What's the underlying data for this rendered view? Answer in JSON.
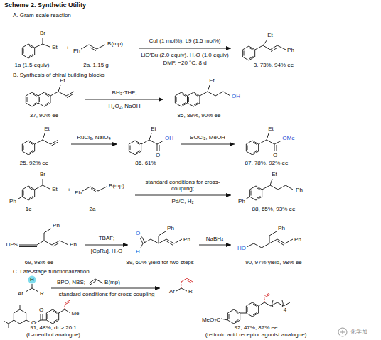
{
  "diagram": {
    "title": "Scheme 2. Synthetic Utility",
    "labels": [
      "A. Gram-scale reaction",
      "Br",
      "Et",
      "1a (1.5 equiv)",
      "+",
      "Ph",
      "B(mp)",
      "2a, 1.15 g",
      "CuI (1 mol%), L9 (1.5 mol%)",
      "LiOᵗBu (2.0 equiv), H₂O (1.0 equiv)",
      "DMF, −20 °C, 8 d",
      "Et",
      "Ph",
      "3, 73%, 94% ee",
      "B. Synthesis of chiral building blocks",
      "Et",
      "37, 90% ee",
      "BH₃·THF;",
      "H₂O₂, NaOH",
      "Et",
      "OH",
      "85, 89%, 90% ee",
      "Et",
      "25, 92% ee",
      "RuCl₃, NaIO₄",
      "Et",
      "OH",
      "O",
      "86, 61%",
      "SOCl₂, MeOH",
      "Et",
      "OMe",
      "O",
      "87, 78%, 92% ee",
      "Ph",
      "Br",
      "Et",
      "+",
      "Ph",
      "B(mp)",
      "1c",
      "2a",
      "standard conditions for cross-coupling;",
      "Pd/C, H₂",
      "Ph",
      "Et",
      "Ph",
      "88, 65%, 93% ee",
      "TIPS",
      "Ph",
      "Ph",
      "69, 98% ee",
      "TBAF;",
      "[CpRu], H₂O",
      "O",
      "H",
      "Ph",
      "Ph",
      "89, 60% yield for two steps",
      "NaBH₄",
      "HO",
      "Ph",
      "Ph",
      "90, 97% yield, 98% ee",
      "C. Late-stage functionalization",
      "H",
      "Ar",
      "R",
      "BPO, NBS;",
      "B(mp)",
      "standard conditions for cross-coupling",
      "Ar",
      "R",
      "O",
      "O",
      "Me",
      "91, 48%, dr > 20:1",
      "(L-menthol analogue)",
      "MeO₂C",
      "4",
      "92, 47%, 87% ee",
      "(retinoic acid receptor agonist analogue)",
      "化学加"
    ]
  }
}
